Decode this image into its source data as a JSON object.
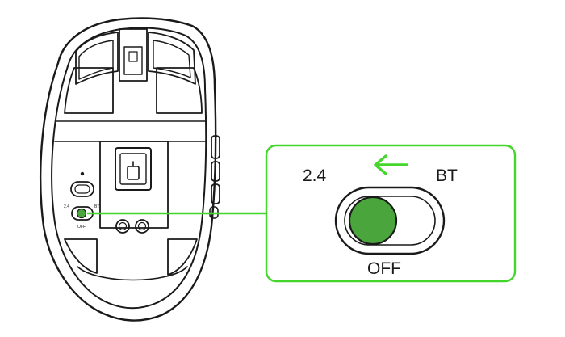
{
  "callout": {
    "label_left": "2.4",
    "label_right": "BT",
    "label_bottom": "OFF",
    "arrow_direction": "left"
  },
  "mouse_switch": {
    "label_left": "2.4",
    "label_right": "BT",
    "label_bottom": "OFF"
  },
  "colors": {
    "accent": "#44d62c",
    "knob": "#4aa63c",
    "outline": "#1a1a1a",
    "background": "#ffffff"
  }
}
